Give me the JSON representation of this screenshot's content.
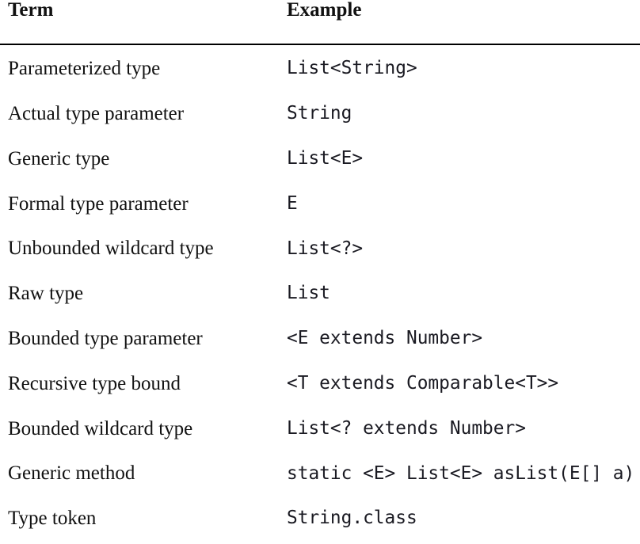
{
  "document": {
    "kind": "glossary-table",
    "background_color": "#ffffff",
    "text_color": "#111111",
    "rule_color": "#000000"
  },
  "table": {
    "columns": [
      {
        "key": "term",
        "label": "Term"
      },
      {
        "key": "example",
        "label": "Example"
      }
    ],
    "rows": [
      {
        "term": "Parameterized type",
        "example": "List<String>"
      },
      {
        "term": "Actual type parameter",
        "example": "String"
      },
      {
        "term": "Generic type",
        "example": "List<E>"
      },
      {
        "term": "Formal type parameter",
        "example": "E"
      },
      {
        "term": "Unbounded wildcard type",
        "example": "List<?>"
      },
      {
        "term": "Raw type",
        "example": "List"
      },
      {
        "term": "Bounded type parameter",
        "example": "<E extends Number>"
      },
      {
        "term": "Recursive type bound",
        "example": "<T extends Comparable<T>>"
      },
      {
        "term": "Bounded wildcard type",
        "example": "List<? extends Number>"
      },
      {
        "term": "Generic method",
        "example": "static <E> List<E> asList(E[] a)"
      },
      {
        "term": "Type token",
        "example": "String.class"
      }
    ]
  }
}
